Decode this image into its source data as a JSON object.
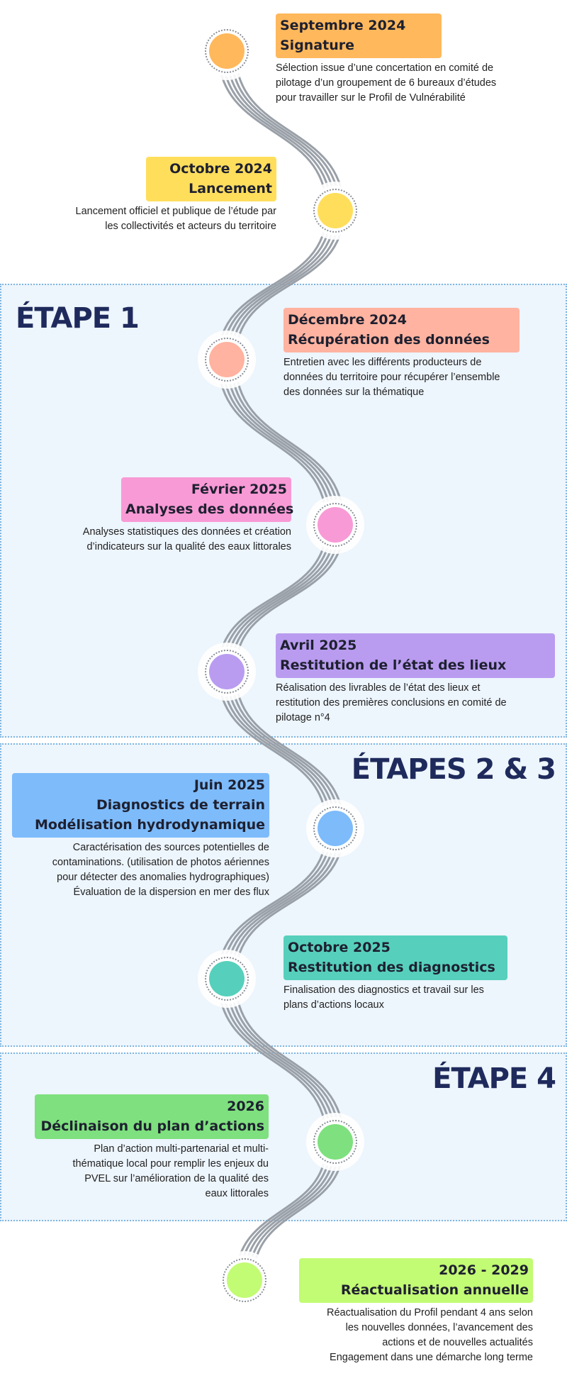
{
  "stages": {
    "stage1": "ÉTAPE 1",
    "stage23": "ÉTAPES 2 & 3",
    "stage4": "ÉTAPE 4"
  },
  "events": [
    {
      "date": "Septembre 2024",
      "title": "Signature",
      "color": "#ffb85c",
      "lines": [
        "Sélection issue d’une concertation en comité de",
        "pilotage d’un groupement de 6 bureaux d’études",
        "pour travailler sur le Profil de Vulnérabilité"
      ]
    },
    {
      "date": "Octobre 2024",
      "title": "Lancement",
      "color": "#ffde5c",
      "lines": [
        "Lancement officiel et publique de l’étude par",
        "les collectivités et acteurs du territoire"
      ]
    },
    {
      "date": "Décembre 2024",
      "title": "Récupération des données",
      "color": "#ffb3a0",
      "lines": [
        "Entretien avec les différents producteurs de",
        "données du territoire pour récupérer l’ensemble",
        "des données sur la thématique"
      ]
    },
    {
      "date": "Février 2025",
      "title": "Analyses des données",
      "color": "#f89ad6",
      "lines": [
        "Analyses statistiques des données et création",
        "d’indicateurs sur la qualité des eaux littorales"
      ]
    },
    {
      "date": "Avril 2025",
      "title": "Restitution de l’état des lieux",
      "color": "#b99cf0",
      "lines": [
        "Réalisation des livrables de l’état des lieux et",
        "restitution des premières conclusions en comité de",
        "pilotage n°4"
      ]
    },
    {
      "date": "Juin 2025",
      "title": "Diagnostics de terrain",
      "title2": "Modélisation hydrodynamique",
      "color": "#7dbbfb",
      "lines": [
        "Caractérisation des sources potentielles de",
        "contaminations. (utilisation de photos aériennes",
        "pour détecter des anomalies hydrographiques)",
        "Évaluation de la dispersion en mer des flux"
      ]
    },
    {
      "date": "Octobre 2025",
      "title": "Restitution des diagnostics",
      "color": "#56d0bc",
      "lines": [
        "Finalisation des diagnostics et travail sur les",
        "plans d’actions locaux"
      ]
    },
    {
      "date": "2026",
      "title": "Déclinaison du plan d’actions",
      "color": "#7ee07e",
      "lines": [
        "Plan d’action multi-partenarial et multi-",
        "thématique local pour remplir les enjeux du",
        "PVEL sur l’amélioration de la qualité des",
        "eaux littorales"
      ]
    },
    {
      "date": "2026 - 2029",
      "title": "Réactualisation annuelle",
      "color": "#c2fb74",
      "lines": [
        "Réactualisation du Profil pendant 4 ans selon",
        "les nouvelles données, l’avancement des",
        "actions et de nouvelles actualités",
        "Engagement dans une démarche long terme"
      ]
    }
  ]
}
